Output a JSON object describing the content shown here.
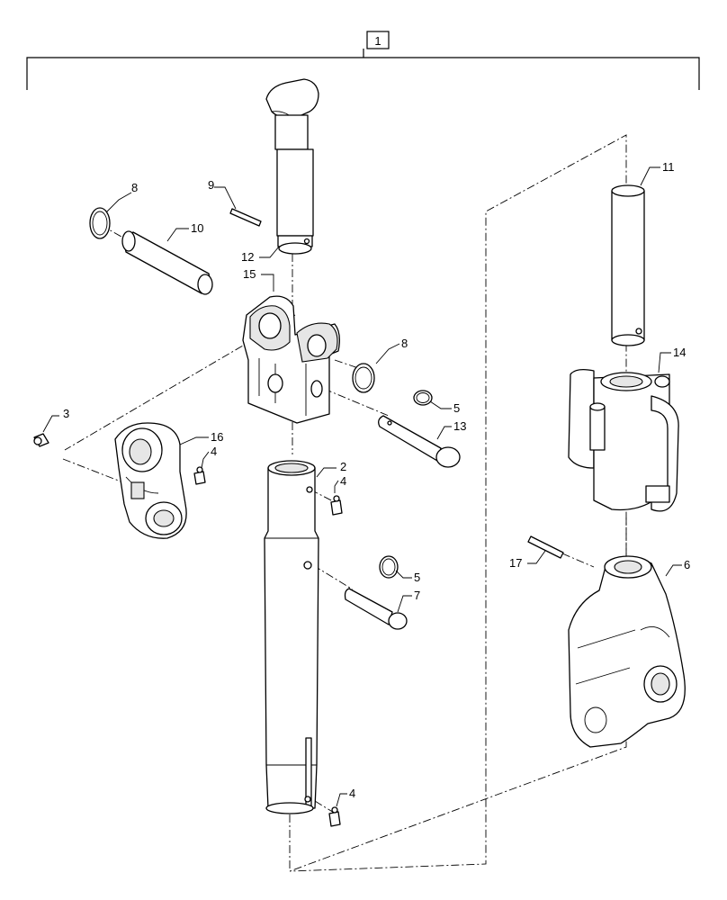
{
  "assembly": {
    "item": "1"
  },
  "callouts": {
    "c2": "2",
    "c3": "3",
    "c4a": "4",
    "c4b": "4",
    "c4c": "4",
    "c5a": "5",
    "c5b": "5",
    "c6": "6",
    "c7": "7",
    "c8a": "8",
    "c8b": "8",
    "c9": "9",
    "c10": "10",
    "c11": "11",
    "c12": "12",
    "c13": "13",
    "c14": "14",
    "c15": "15",
    "c16": "16",
    "c17": "17"
  }
}
